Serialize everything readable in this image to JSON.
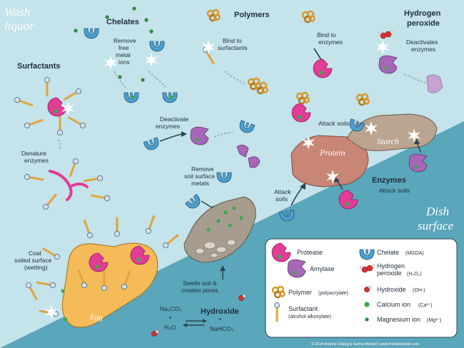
{
  "zones": {
    "wash_liquor_line1": "Wash",
    "wash_liquor_line2": "liquor",
    "dish_surface_line1": "Dish",
    "dish_surface_line2": "surface"
  },
  "headings": {
    "chelates": "Chelates",
    "polymers": "Polymers",
    "hydrogen_peroxide_line1": "Hydrogen",
    "hydrogen_peroxide_line2": "peroxide",
    "surfactants": "Surfactants",
    "enzymes": "Enzymes",
    "hydroxide": "Hydroxide"
  },
  "labels": {
    "remove_free_metal_ions": [
      "Remove",
      "free",
      "metal",
      "ions"
    ],
    "bind_to_surfactants": [
      "Bind to",
      "surfactants"
    ],
    "bind_to_enzymes": [
      "Bind to",
      "enzymes"
    ],
    "deactivates_enzymes": [
      "Deactivates",
      "enzymes"
    ],
    "denature_enzymes": [
      "Denature",
      "enzymes"
    ],
    "deactivate_enzymes": [
      "Deactivate",
      "enzymes"
    ],
    "attack_soils_top": "Attack soils",
    "remove_soil_surface_metals": [
      "Remove",
      "soil surface",
      "metals"
    ],
    "attack_soils_left": [
      "Attack",
      "soils"
    ],
    "attack_soils_enzymes": "Attack soils",
    "coat_soiled_surface": [
      "Coat",
      "soiled surface",
      "(wetting)"
    ],
    "swells_soil": [
      "Swells soil &",
      "creates pores"
    ]
  },
  "soils": {
    "protein": "Protein",
    "starch": "Starch",
    "egg": "Egg"
  },
  "reaction": {
    "na2co3": "Na₂CO₃",
    "h2o": "H₂O",
    "nahco3": "NaHCO₃",
    "plus": "+"
  },
  "legend": {
    "protease": "Protease",
    "amylase": "Amylase",
    "polymer": "Polymer",
    "polymer_sub": "(polyacrylate)",
    "surfactant": "Surfactant",
    "surfactant_sub": "(alcohol alkoxylate)",
    "chelate": "Chelate",
    "chelate_sub": "(MGDA)",
    "hydrogen_peroxide_line1": "Hydrogen",
    "hydrogen_peroxide_line2": "peroxide",
    "hydrogen_peroxide_sub": "(H₂O₂)",
    "hydroxide": "Hydroxide",
    "hydroxide_sub": "(OH-)",
    "calcium": "Calcium ion",
    "calcium_sub": "(Ca²⁺)",
    "magnesium": "Magnesium ion",
    "magnesium_sub": "(Mg²⁺)"
  },
  "copyright": "© 2014 Andrew Chang & Karina Metcalf | www.thinkbiostudio.com",
  "colors": {
    "liquor": "#c4e3ea",
    "surface": "#5aa6ba",
    "protease": "#e23d97",
    "amylase": "#a767b9",
    "chelate": "#4c9fd0",
    "polymer": "#d9962a",
    "surfactant_tail": "#e0a53b",
    "surfactant_head": "#cfe0ee",
    "peroxide": "#d83131",
    "calcium": "#3fa84d",
    "magnesium": "#2f8a3b",
    "protein_soil": "#c98576",
    "starch_soil": "#bba590",
    "egg_soil": "#f5bb58",
    "soil_gray": "#a79d8f"
  }
}
